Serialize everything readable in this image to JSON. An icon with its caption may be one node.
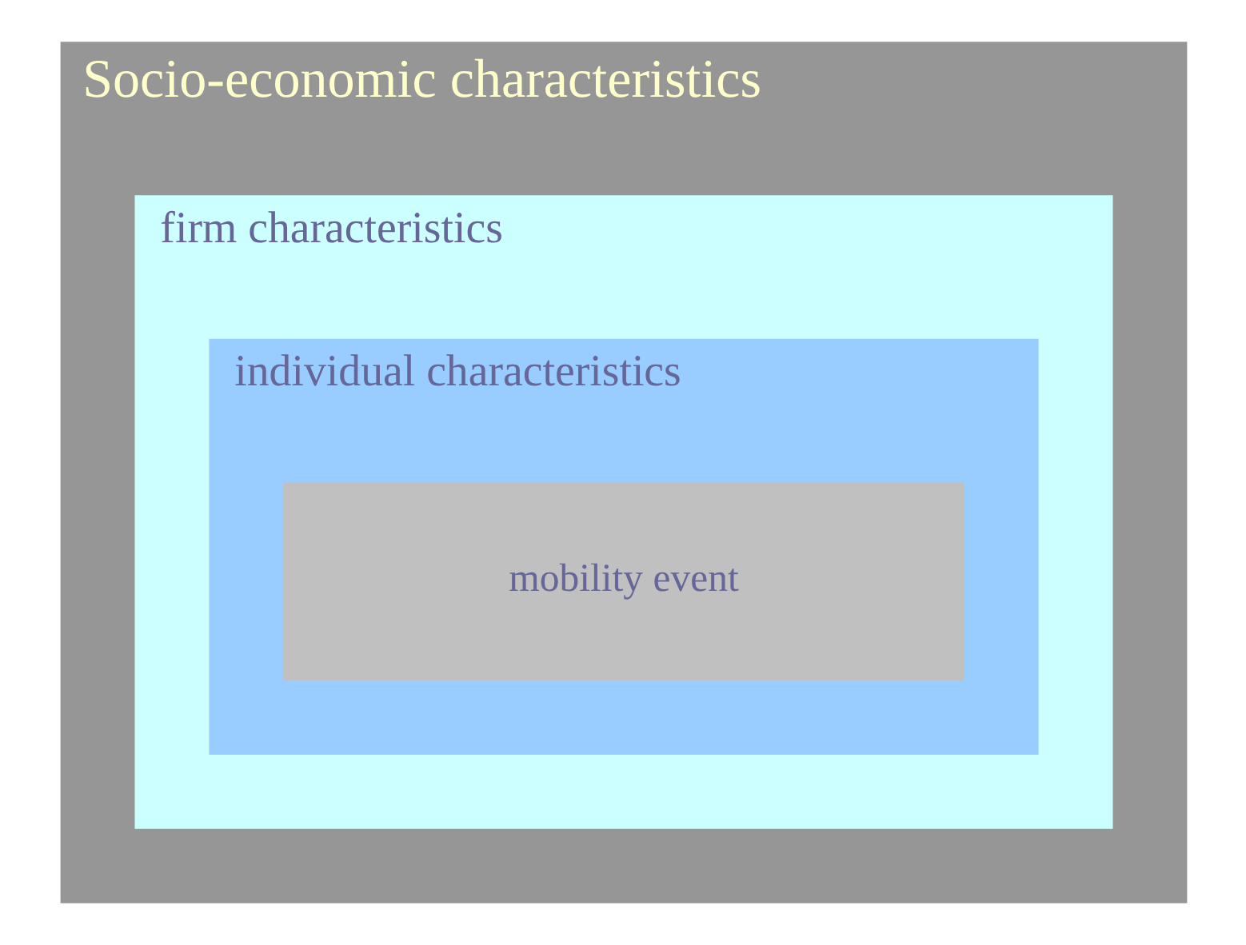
{
  "diagram": {
    "nodes": [
      {
        "text": [
          "Socio-economic characteristics"
        ]
      },
      {
        "text": [
          "firm characteristics"
        ],
        "in": 0
      },
      {
        "text": [
          "individual characteristics"
        ],
        "in": 1
      },
      {
        "text": [
          "mobility event"
        ],
        "in": 2
      }
    ]
  }
}
